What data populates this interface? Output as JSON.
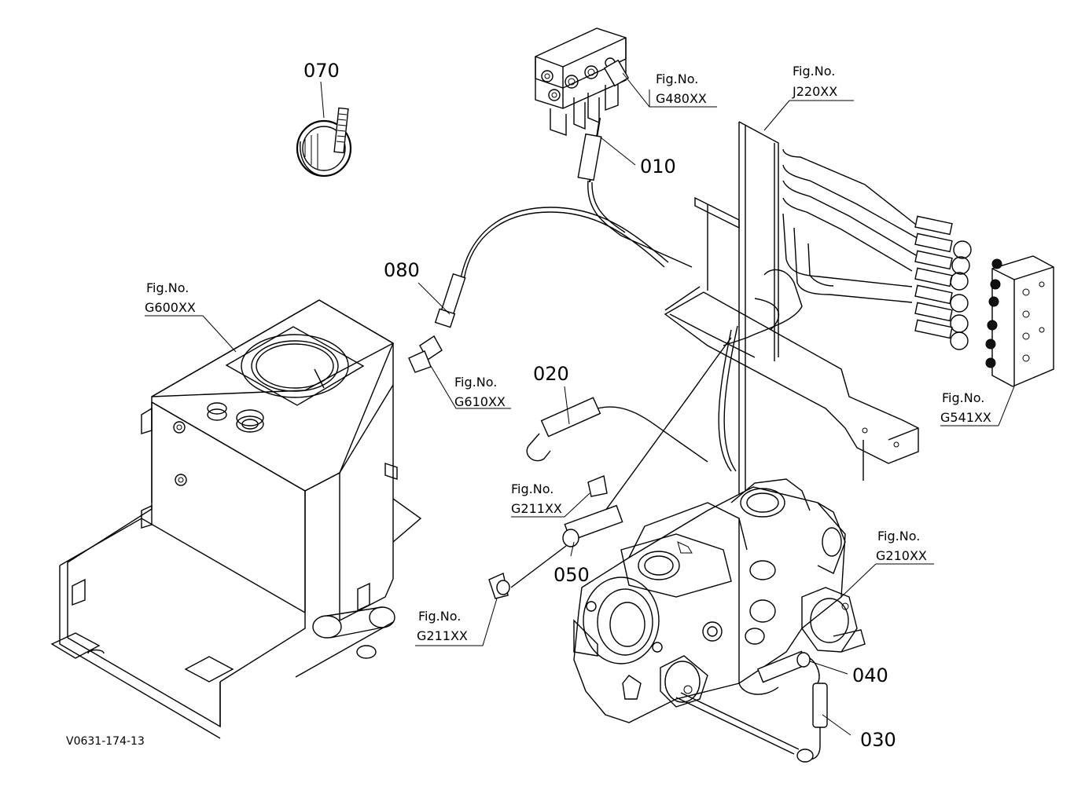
{
  "diagram_code": "V0631-174-13",
  "parts": [
    {
      "id": "part-070",
      "label": "070"
    },
    {
      "id": "part-010",
      "label": "010"
    },
    {
      "id": "part-080",
      "label": "080"
    },
    {
      "id": "part-020",
      "label": "020"
    },
    {
      "id": "part-050",
      "label": "050"
    },
    {
      "id": "part-040",
      "label": "040"
    },
    {
      "id": "part-030",
      "label": "030"
    }
  ],
  "figure_refs": [
    {
      "line1": "Fig.No.",
      "line2": "G480XX"
    },
    {
      "line1": "Fig.No.",
      "line2": "J220XX"
    },
    {
      "line1": "Fig.No.",
      "line2": "G600XX"
    },
    {
      "line1": "Fig.No.",
      "line2": "G610XX"
    },
    {
      "line1": "Fig.No.",
      "line2": "G541XX"
    },
    {
      "line1": "Fig.No.",
      "line2": "G211XX"
    },
    {
      "line1": "Fig.No.",
      "line2": "G210XX"
    },
    {
      "line1": "Fig.No.",
      "line2": "G211XX"
    }
  ]
}
